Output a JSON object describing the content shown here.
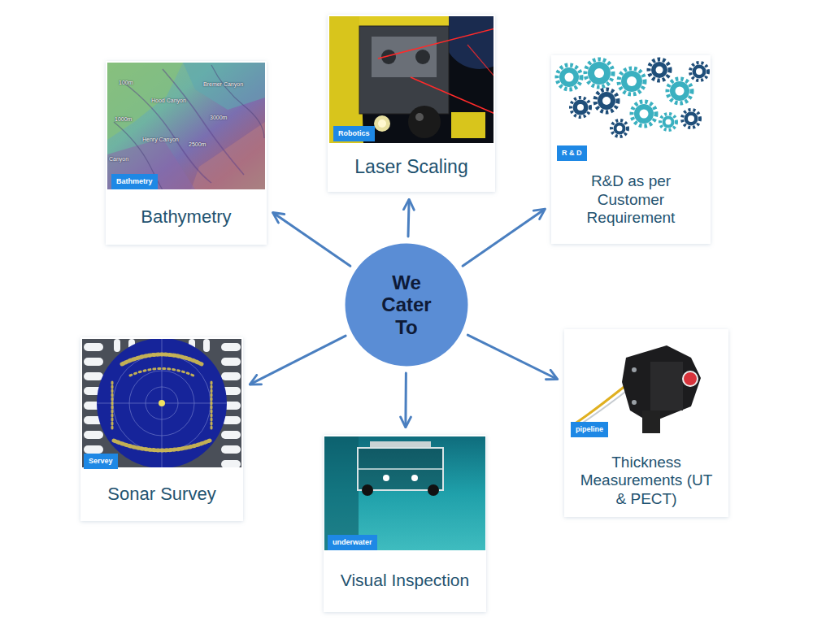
{
  "diagram": {
    "nodes": [
      {
        "text": [
          "Bathmetry",
          "Bathymetry"
        ]
      },
      {
        "text": [
          "Robotics",
          "Laser Scaling"
        ]
      },
      {
        "text": [
          "R & D",
          "R&D as per Customer Requirement"
        ]
      },
      {
        "text": [
          "We Cater To"
        ]
      },
      {
        "text": [
          "Servey",
          "Sonar Survey"
        ]
      },
      {
        "text": [
          "underwater",
          "Visual Inspection"
        ]
      },
      {
        "text": [
          "pipeline",
          "Thickness Measurements (UT & PECT)"
        ]
      }
    ],
    "edges": [
      {
        "from": 3,
        "to": 0,
        "arrow": "to"
      },
      {
        "from": 3,
        "to": 1,
        "arrow": "to"
      },
      {
        "from": 3,
        "to": 2,
        "arrow": "to"
      },
      {
        "from": 3,
        "to": 4,
        "arrow": "to"
      },
      {
        "from": 3,
        "to": 5,
        "arrow": "to"
      },
      {
        "from": 3,
        "to": 6,
        "arrow": "to"
      }
    ],
    "labels": [
      "100m",
      "Bremer Canyon",
      "Hood Canyon",
      "1000m",
      "3000m",
      "Henry Canyon",
      "2500m",
      "Canyon"
    ]
  }
}
